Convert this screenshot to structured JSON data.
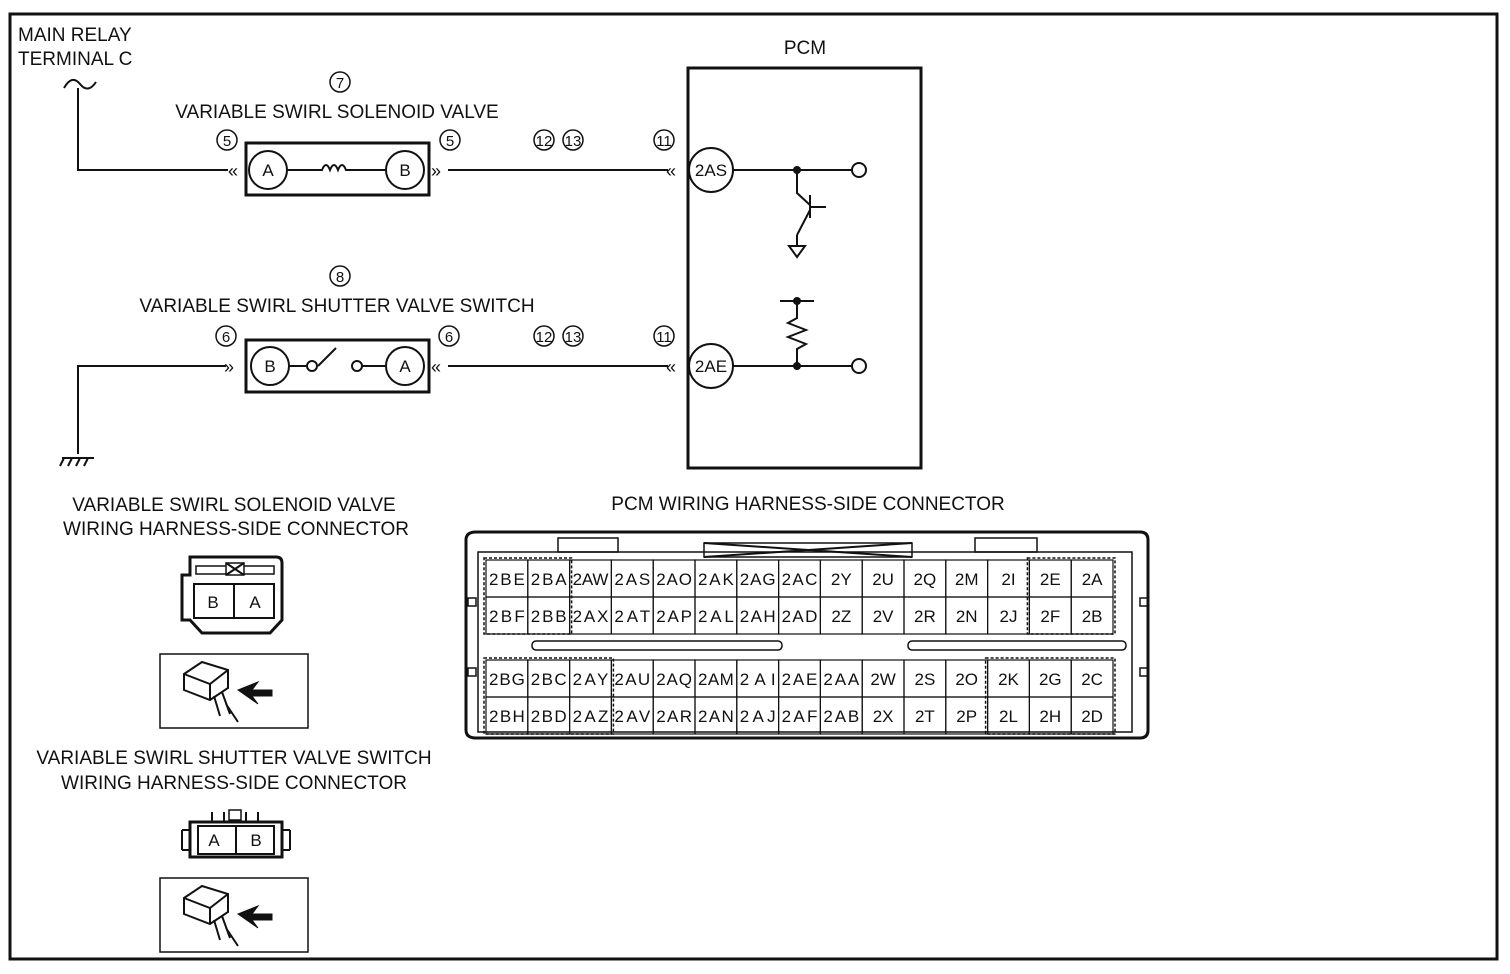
{
  "labels": {
    "main_relay_1": "MAIN RELAY",
    "main_relay_2": "TERMINAL C",
    "pcm": "PCM",
    "solenoid_valve": "VARIABLE SWIRL SOLENOID VALVE",
    "shutter_switch": "VARIABLE SWIRL SHUTTER VALVE SWITCH",
    "solenoid_conn_1": "VARIABLE SWIRL SOLENOID VALVE",
    "solenoid_conn_2": "WIRING HARNESS-SIDE CONNECTOR",
    "switch_conn_1": "VARIABLE SWIRL SHUTTER VALVE SWITCH",
    "switch_conn_2": "WIRING HARNESS-SIDE CONNECTOR",
    "pcm_conn": "PCM WIRING HARNESS-SIDE CONNECTOR"
  },
  "refs": {
    "r7": "7",
    "r8": "8",
    "r5a": "5",
    "r5b": "5",
    "r6a": "6",
    "r6b": "6",
    "r12a": "12",
    "r13a": "13",
    "r11a": "11",
    "r12b": "12",
    "r13b": "13",
    "r11b": "11"
  },
  "pins": {
    "sol_a": "A",
    "sol_b": "B",
    "sw_b": "B",
    "sw_a": "A",
    "pcm_2as": "2AS",
    "pcm_2ae": "2AE"
  },
  "small_connectors": {
    "solenoid": [
      "B",
      "A"
    ],
    "switch": [
      "A",
      "B"
    ]
  },
  "pcm_connector": {
    "upper": [
      [
        "2BE",
        "2BA",
        "2AW",
        "2AS",
        "2AO",
        "2AK",
        "2AG",
        "2AC",
        "2Y",
        "2U",
        "2Q",
        "2M",
        "2I",
        "2E",
        "2A"
      ],
      [
        "2BF",
        "2BB",
        "2AX",
        "2AT",
        "2AP",
        "2AL",
        "2AH",
        "2AD",
        "2Z",
        "2V",
        "2R",
        "2N",
        "2J",
        "2F",
        "2B"
      ]
    ],
    "lower": [
      [
        "2BG",
        "2BC",
        "2AY",
        "2AU",
        "2AQ",
        "2AM",
        "2AI",
        "2AE",
        "2AA",
        "2W",
        "2S",
        "2O",
        "2K",
        "2G",
        "2C"
      ],
      [
        "2BH",
        "2BD",
        "2AZ",
        "2AV",
        "2AR",
        "2AN",
        "2AJ",
        "2AF",
        "2AB",
        "2X",
        "2T",
        "2P",
        "2L",
        "2H",
        "2D"
      ]
    ]
  }
}
